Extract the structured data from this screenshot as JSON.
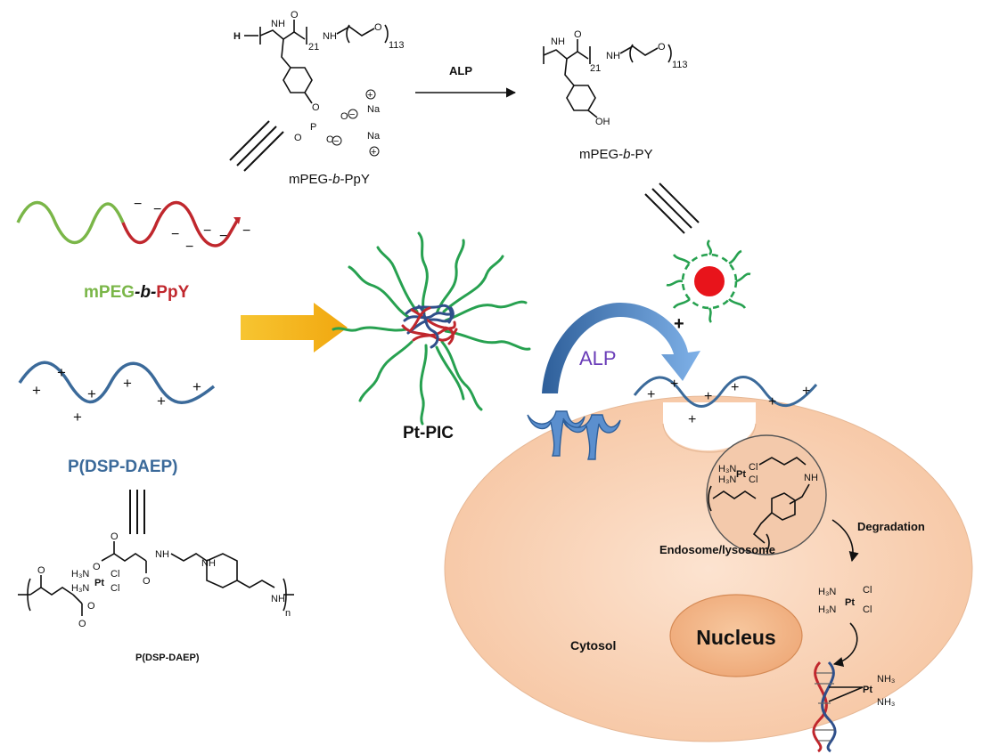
{
  "colors": {
    "peg_green": "#7ab648",
    "ppy_red": "#c0272d",
    "polycation_blue": "#3b6a9a",
    "cell_fill": "#f8cfb0",
    "nucleus_fill": "#f2b483",
    "transfer_arrow": "#f4b400",
    "alp_arrow": "#4f86c6",
    "core_red": "#e8141b",
    "micelle_green": "#27a150"
  },
  "icons": [
    "receptor-icon",
    "dna-icon",
    "micelle-icon",
    "polyion-complex-icon"
  ],
  "reaction": {
    "enzyme_label": "ALP",
    "reactant_label_parts": [
      "mPEG-",
      "b",
      "-PpY"
    ],
    "product_label_parts": [
      "mPEG-",
      "b",
      "-PY"
    ],
    "repeat_21": "21",
    "repeat_113": "113",
    "na_label": "Na",
    "hydroxyl_label": "OH",
    "h_label": "H",
    "nh_label": "NH",
    "o_label": "O",
    "p_label": "P"
  },
  "legend": {
    "block_copolymer_parts": [
      "mPEG",
      "-b-",
      "PpY"
    ],
    "polycation_label": "P(DSP-DAEP)",
    "polycation_structure_label": "P(DSP-DAEP)",
    "pt_amine_1": "H₃N",
    "pt_amine_2": "H₃N",
    "pt_label": "Pt",
    "cl_label": "Cl",
    "repeat_n": "n"
  },
  "complex": {
    "label": "Pt-PIC"
  },
  "cell": {
    "alp_label": "ALP",
    "endosome_label": "Endosome/lysosome",
    "degradation_label": "Degradation",
    "nucleus_label": "Nucleus",
    "cytosol_label": "Cytosol",
    "cisplatin_n1": "H₃N",
    "cisplatin_n2": "H₃N",
    "cisplatin_pt": "Pt",
    "cisplatin_cl": "Cl",
    "dna_pt": "Pt",
    "dna_nh3": "NH₃"
  },
  "signs": {
    "minus": "−",
    "plus": "+"
  }
}
